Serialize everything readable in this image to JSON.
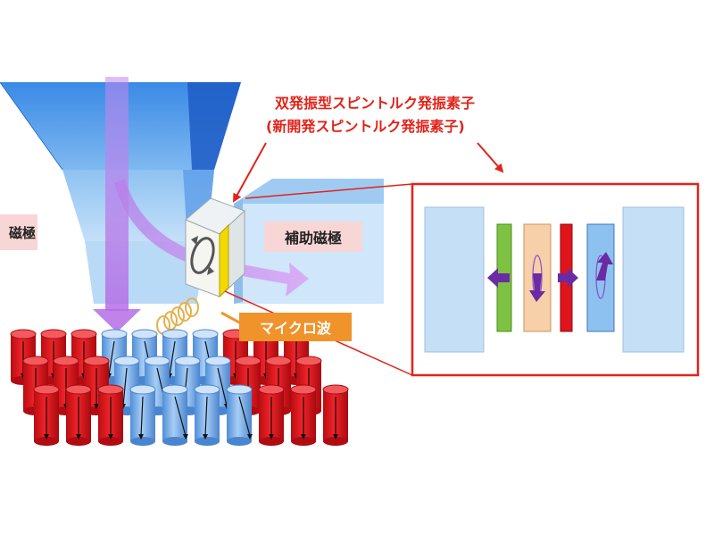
{
  "labels": {
    "device_title": "双発振型スピントルク発振素子",
    "device_subtitle": "(新開発スピントルク発振素子)",
    "main_pole": "磁極",
    "auxiliary_pole": "補助磁極",
    "microwave": "マイクロ波"
  },
  "colors": {
    "head_blue": "#3d8fe6",
    "head_blue_dark": "#1e63c8",
    "head_light": "#bcdcf6",
    "flux_purple": "#c98af0",
    "callout_red": "#e2231a",
    "label_pink": "#f9d6d6",
    "label_orange": "#f0932b",
    "medium_red": "#e8141b",
    "medium_blue": "#76aef0",
    "layer_green": "#7dc242",
    "layer_peach": "#f7cfa8",
    "layer_red": "#e0141b",
    "layer_blue": "#8cc1f0",
    "arrow_purple": "#6a2ba4"
  },
  "icons": [
    "rotation-arrow-icon",
    "magnetization-arrow-icon",
    "flux-arrow-icon",
    "spring-coil-icon"
  ]
}
